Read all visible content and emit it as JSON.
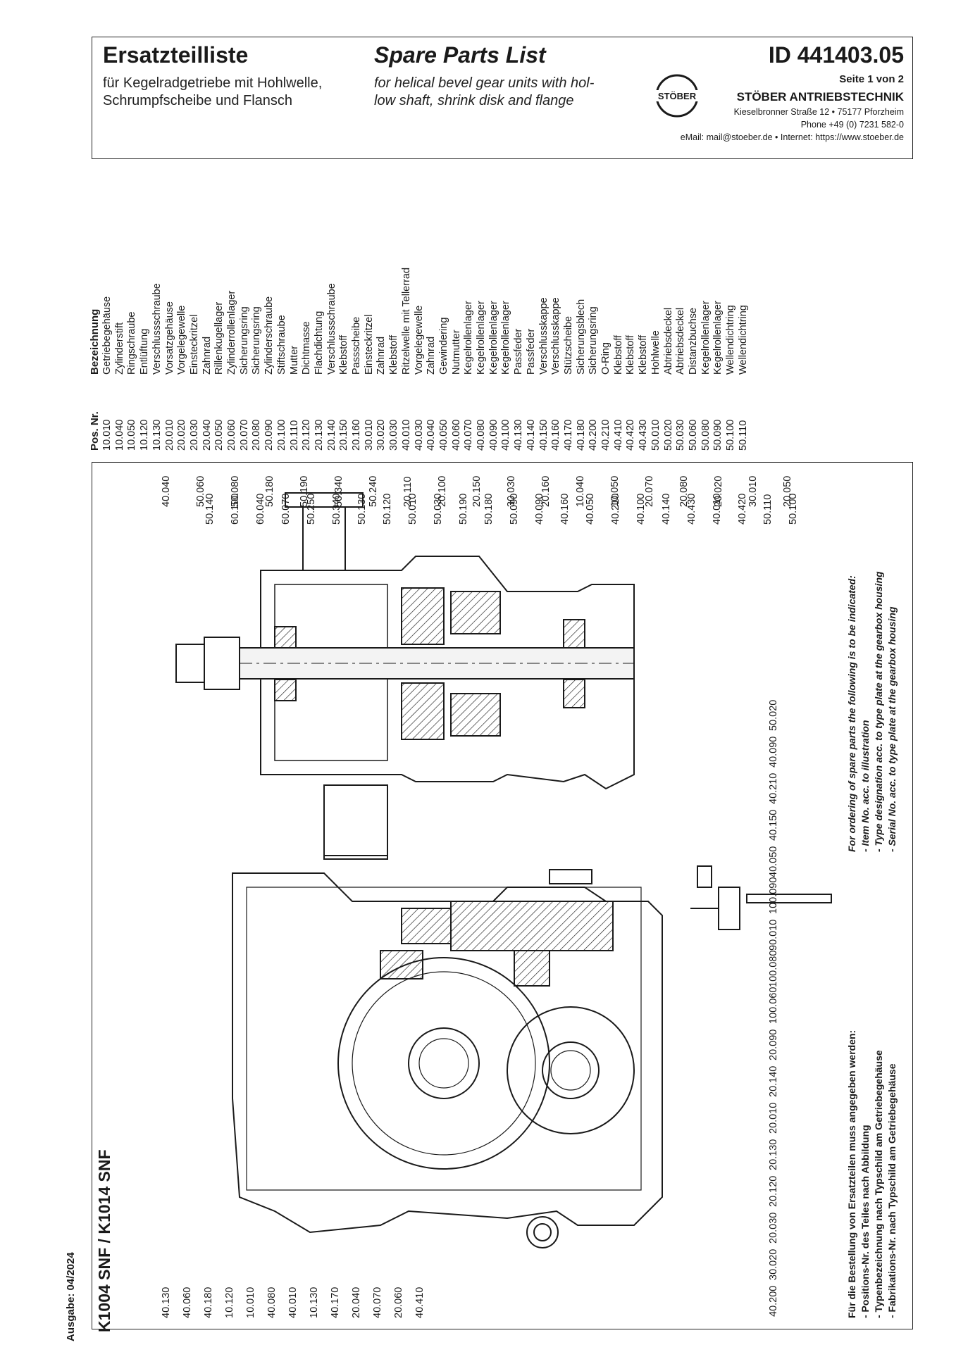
{
  "header": {
    "de_title": "Ersatzteilliste",
    "de_sub_1": "für Kegelradgetriebe mit Hohlwelle,",
    "de_sub_2": "Schrumpfscheibe und Flansch",
    "en_title": "Spare Parts List",
    "en_sub_1": "for helical bevel gear units with hol-",
    "en_sub_2": "low shaft, shrink disk and flange",
    "id": "ID 441403.05",
    "page": "Seite 1 von 2",
    "logo_text": "STÖBER",
    "company": "STÖBER ANTRIEBSTECHNIK",
    "address": "Kieselbronner Straße 12 • 75177 Pforzheim",
    "phone": "Phone +49 (0) 7231 582-0",
    "contact": "eMail: mail@stoeber.de • Internet: https://www.stoeber.de"
  },
  "issue": "Ausgabe: 04/2024",
  "model": "K1004 SNF / K1014 SNF",
  "parts_table": {
    "col_pos": "Pos. Nr.",
    "col_desc": "Bezeichnung",
    "rows": [
      [
        "10.010",
        "Getriebegehäuse"
      ],
      [
        "10.040",
        "Zylinderstift"
      ],
      [
        "10.050",
        "Ringschraube"
      ],
      [
        "10.120",
        "Entlüftung"
      ],
      [
        "10.130",
        "Verschlussschraube"
      ],
      [
        "20.010",
        "Vorsatzgehäuse"
      ],
      [
        "20.020",
        "Vorgelegewelle"
      ],
      [
        "20.030",
        "Einsteckritzel"
      ],
      [
        "20.040",
        "Zahnrad"
      ],
      [
        "20.050",
        "Rillenkugellager"
      ],
      [
        "20.060",
        "Zylinderrollenlager"
      ],
      [
        "20.070",
        "Sicherungsring"
      ],
      [
        "20.080",
        "Sicherungsring"
      ],
      [
        "20.090",
        "Zylinderschraube"
      ],
      [
        "20.100",
        "Stiftschraube"
      ],
      [
        "20.110",
        "Mutter"
      ],
      [
        "20.120",
        "Dichtmasse"
      ],
      [
        "20.130",
        "Flachdichtung"
      ],
      [
        "20.140",
        "Verschlussschraube"
      ],
      [
        "20.150",
        "Klebstoff"
      ],
      [
        "20.160",
        "Passscheibe"
      ],
      [
        "30.010",
        "Einsteckritzel"
      ],
      [
        "30.020",
        "Zahnrad"
      ],
      [
        "30.030",
        "Klebstoff"
      ],
      [
        "40.010",
        "Ritzelwelle mit Tellerrad"
      ],
      [
        "40.030",
        "Vorgelegewelle"
      ],
      [
        "40.040",
        "Zahnrad"
      ],
      [
        "40.050",
        "Gewindering"
      ],
      [
        "40.060",
        "Nutmutter"
      ],
      [
        "40.070",
        "Kegelrollenlager"
      ],
      [
        "40.080",
        "Kegelrollenlager"
      ],
      [
        "40.090",
        "Kegelrollenlager"
      ],
      [
        "40.100",
        "Kegelrollenlager"
      ],
      [
        "40.130",
        "Passfeder"
      ],
      [
        "40.140",
        "Passfeder"
      ],
      [
        "40.150",
        "Verschlusskappe"
      ],
      [
        "40.160",
        "Verschlusskappe"
      ],
      [
        "40.170",
        "Stützscheibe"
      ],
      [
        "40.180",
        "Sicherungsblech"
      ],
      [
        "40.200",
        "Sicherungsring"
      ],
      [
        "40.210",
        "O-Ring"
      ],
      [
        "40.410",
        "Klebstoff"
      ],
      [
        "40.420",
        "Klebstoff"
      ],
      [
        "40.430",
        "Klebstoff"
      ],
      [
        "50.010",
        "Hohlwelle"
      ],
      [
        "50.020",
        "Abtriebsdeckel"
      ],
      [
        "50.030",
        "Abtriebsdeckel"
      ],
      [
        "50.060",
        "Distanzbuchse"
      ],
      [
        "50.080",
        "Kegelrollenlager"
      ],
      [
        "50.090",
        "Kegelrollenlager"
      ],
      [
        "50.100",
        "Wellendichtring"
      ],
      [
        "50.110",
        "Wellendichtring"
      ]
    ]
  },
  "callouts_right": [
    "50.140",
    "60.100",
    "60.040",
    "60.070",
    "50.250",
    "50.340",
    "50.130",
    "50.120",
    "50.010",
    "50.030",
    "50.190",
    "50.180",
    "50.090",
    "40.090",
    "40.160",
    "40.050",
    "40.210",
    "40.100",
    "40.140",
    "40.430",
    "40.010",
    "40.420",
    "50.110",
    "50.100"
  ],
  "callouts_top": [
    "40.040",
    "50.060",
    "50.080",
    "50.180",
    "50.190",
    "50.340",
    "50.240",
    "20.110",
    "20.100",
    "20.150",
    "30.030",
    "20.160",
    "10.040",
    "10.050",
    "20.070",
    "20.080",
    "20.020",
    "30.010",
    "20.050"
  ],
  "callouts_left": [
    "40.130",
    "40.060",
    "40.180",
    "10.120",
    "10.010",
    "40.080",
    "40.010",
    "10.130",
    "40.170",
    "20.040",
    "40.070",
    "20.060",
    "40.410"
  ],
  "callouts_bottom": [
    "40.200",
    "30.020",
    "20.030",
    "20.120",
    "20.130",
    "20.010",
    "20.140",
    "20.090",
    "100.060",
    "100.080",
    "90.010",
    "100.090",
    "40.050",
    "40.150",
    "40.210",
    "40.090",
    "50.020"
  ],
  "note_de": {
    "title": "Für die Bestellung von Ersatzteilen muss angegeben werden:",
    "l1": "- Positions-Nr. des Teiles nach Abbildung",
    "l2": "- Typenbezeichnung nach Typschild am Getriebegehäuse",
    "l3": "- Fabrikations-Nr. nach Typschild am Getriebegehäuse"
  },
  "note_en": {
    "title": "For ordering of spare parts the following is to be indicated:",
    "l1": "- Item No. acc. to illustration",
    "l2": "- Type designation acc. to type plate at the gearbox housing",
    "l3": "- Serial No. acc. to type plate at the gearbox housing"
  }
}
